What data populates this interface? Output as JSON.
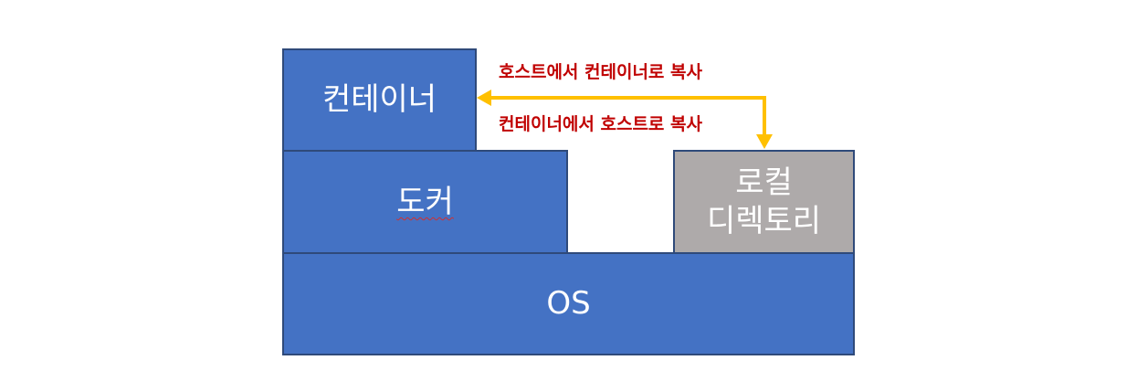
{
  "diagram": {
    "boxes": {
      "container": "컨테이너",
      "docker": "도커",
      "local_directory_line1": "로컬",
      "local_directory_line2": "디렉토리",
      "os": "OS"
    },
    "arrow_labels": {
      "host_to_container": "호스트에서 컨테이너로 복사",
      "container_to_host": "컨테이너에서 호스트로 복사"
    },
    "colors": {
      "box_blue": "#4472c4",
      "box_grey": "#aeaaaa",
      "box_border": "#2f4a7a",
      "box_text": "#ffffff",
      "arrow": "#ffc000",
      "label_text": "#c00000"
    }
  }
}
